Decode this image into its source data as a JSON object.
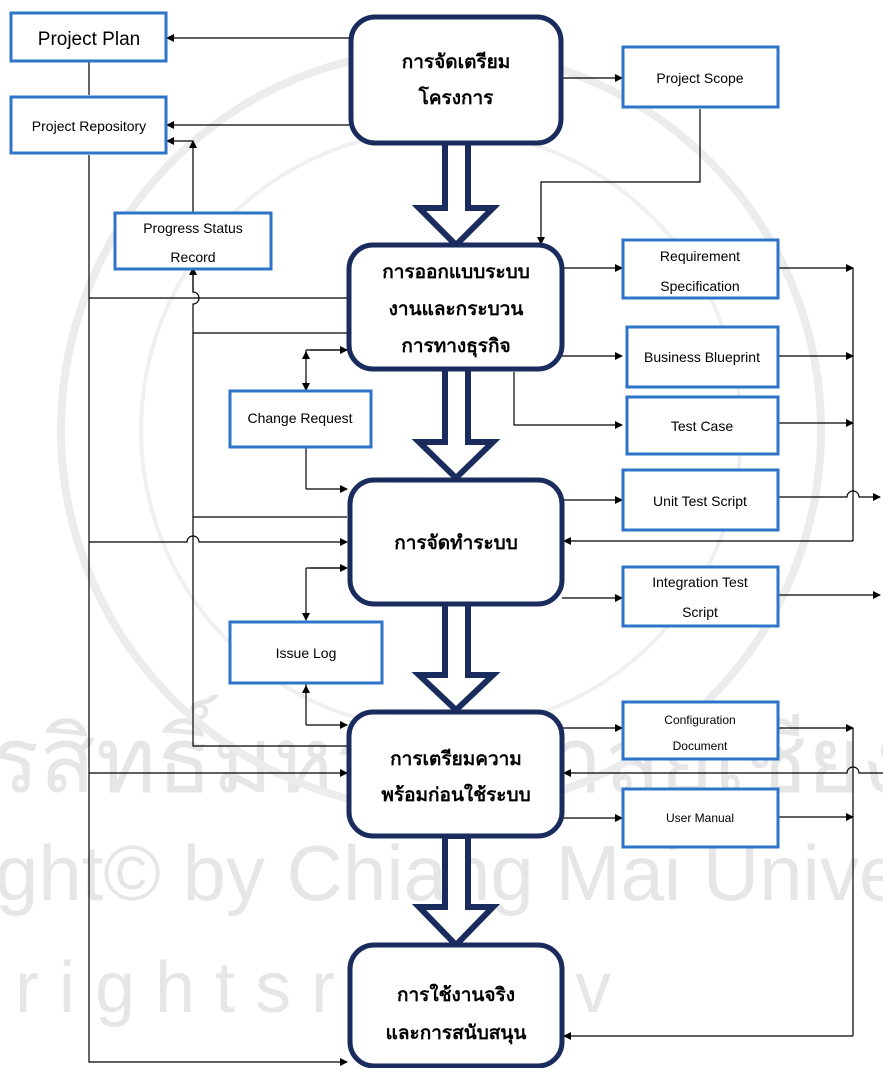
{
  "phases": {
    "prep": [
      "การจัดเตรียม",
      "โครงการ"
    ],
    "design": [
      "การออกแบบระบบ",
      "งานและกระบวน",
      "การทางธุรกิจ"
    ],
    "realize": [
      "การจัดทำระบบ"
    ],
    "final": [
      "การเตรียมความ",
      "พร้อมก่อนใช้ระบบ"
    ],
    "golive": [
      "การใช้งานจริง",
      "และการสนับสนุน"
    ]
  },
  "docs": {
    "project_plan": [
      "Project Plan"
    ],
    "project_repository": [
      "Project Repository"
    ],
    "project_scope": [
      "Project Scope"
    ],
    "progress_status": [
      "Progress Status",
      "Record"
    ],
    "requirement_spec": [
      "Requirement",
      "Specification"
    ],
    "business_blueprint": [
      "Business Blueprint"
    ],
    "test_case": [
      "Test Case"
    ],
    "change_request": [
      "Change Request"
    ],
    "unit_test_script": [
      "Unit Test Script"
    ],
    "integration_test_script": [
      "Integration Test",
      "Script"
    ],
    "issue_log": [
      "Issue Log"
    ],
    "configuration_document": [
      "Configuration",
      "Document"
    ],
    "user_manual": [
      "User Manual"
    ]
  },
  "watermark": {
    "lines": [
      "รสิทธิ์มหาวิทยาลัยเชียงใหม่",
      "ght© by Chiang Mai Unive",
      "r i g h t s   r e s e r v"
    ]
  },
  "colors": {
    "phase_border": "#1a2b5e",
    "doc_border": "#2e74c8",
    "connector": "#000000",
    "flow_arrow": "#1a2b5e",
    "watermark": "#e6e6e6"
  }
}
